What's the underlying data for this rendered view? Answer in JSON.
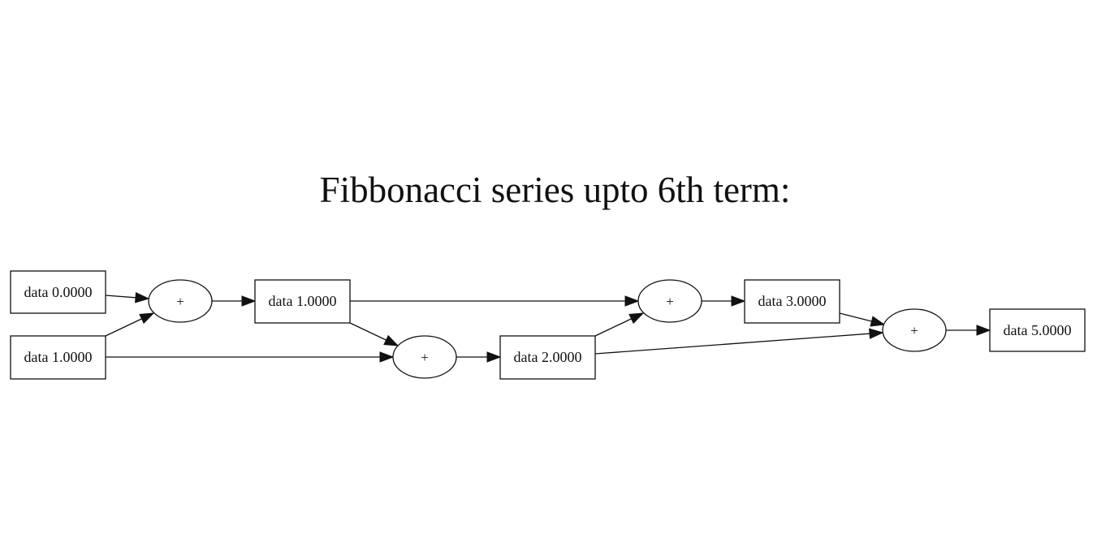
{
  "title": "Fibbonacci series upto 6th term:",
  "nodes": {
    "d0": "data 0.0000",
    "d1a": "data 1.0000",
    "d1b": "data 1.0000",
    "d2": "data 2.0000",
    "d3": "data 3.0000",
    "d5": "data 5.0000"
  },
  "ops": {
    "op1": "+",
    "op2": "+",
    "op3": "+",
    "op4": "+"
  },
  "edges": [
    [
      "d0",
      "op1"
    ],
    [
      "d1b",
      "op1"
    ],
    [
      "op1",
      "d1a"
    ],
    [
      "d1a",
      "op2"
    ],
    [
      "d1b",
      "op2"
    ],
    [
      "op2",
      "d2"
    ],
    [
      "d1a",
      "op3"
    ],
    [
      "d2",
      "op3"
    ],
    [
      "op3",
      "d3"
    ],
    [
      "d3",
      "op4"
    ],
    [
      "d2",
      "op4"
    ],
    [
      "op4",
      "d5"
    ]
  ]
}
